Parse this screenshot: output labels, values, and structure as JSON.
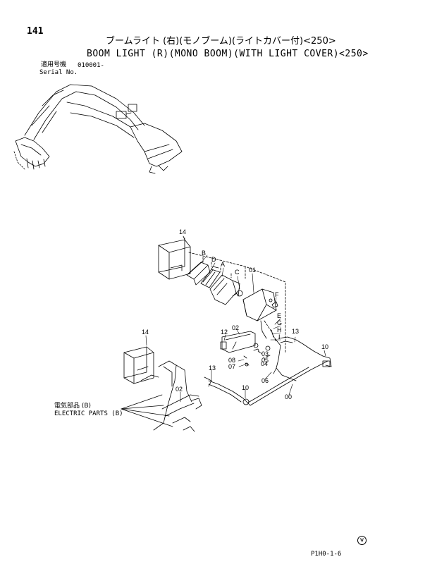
{
  "page_number": "141",
  "title_jp": "ブームライト (右)(モノブーム)(ライトカバー付)<250>",
  "title_en": "BOOM LIGHT (R)(MONO BOOM)(WITH LIGHT COVER)<250>",
  "serial": {
    "label_jp": "適用号機",
    "value": "010001-",
    "label_en": "Serial No."
  },
  "labels": {
    "l14a": "14",
    "lB": "B",
    "lD": "D",
    "lA": "A",
    "lC": "C",
    "l01": "01",
    "lF": "F",
    "lE": "E",
    "lG": "G",
    "lH": "H",
    "lI": "I",
    "l13a": "13",
    "l10a": "10",
    "l12": "12",
    "l02a": "02",
    "l03": "03",
    "l05": "05",
    "l04": "04",
    "l08": "08",
    "l07": "07",
    "l06": "06",
    "l00": "00",
    "l14b": "14",
    "l13b": "13",
    "l02b": "02",
    "l10b": "10"
  },
  "electric_parts_jp": "電気部品 (B)",
  "electric_parts_en": "ELECTRIC PARTS (B)",
  "footer_code": "P1H0-1-6",
  "footer_mark": "W"
}
